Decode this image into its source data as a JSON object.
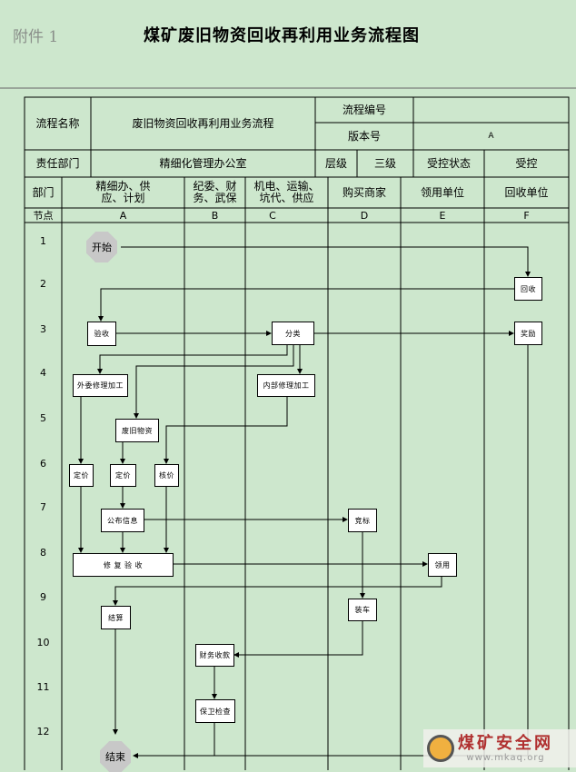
{
  "header": {
    "attachment": "附件 1",
    "title": "煤矿废旧物资回收再利用业务流程图"
  },
  "info": {
    "process_name_label": "流程名称",
    "process_name": "废旧物资回收再利用业务流程",
    "process_no_label": "流程编号",
    "process_no": "",
    "version_label": "版本号",
    "version": "A",
    "dept_label": "责任部门",
    "dept": "精细化管理办公室",
    "level_label": "层级",
    "level": "三级",
    "control_label": "受控状态",
    "control": "受控"
  },
  "lanes": {
    "dept_label": "部门",
    "node_label": "节点",
    "items": [
      {
        "name": "精细办、供\n应、计划",
        "code": "A"
      },
      {
        "name": "纪委、财\n务、武保",
        "code": "B"
      },
      {
        "name": "机电、运输、\n坑代、供应",
        "code": "C"
      },
      {
        "name": "购买商家",
        "code": "D"
      },
      {
        "name": "领用单位",
        "code": "E"
      },
      {
        "name": "回收单位",
        "code": "F"
      }
    ]
  },
  "rows": [
    "1",
    "2",
    "3",
    "4",
    "5",
    "6",
    "7",
    "8",
    "9",
    "10",
    "11",
    "12"
  ],
  "nodes": {
    "start": "开始",
    "end": "结束",
    "recycle": "回收",
    "inspect": "验收",
    "classify": "分类",
    "reward": "奖励",
    "outsource": "外委修理加工",
    "internal": "内部修理加工",
    "waste": "废旧物资",
    "price1": "定价",
    "price2": "定价",
    "verify_price": "核价",
    "publish": "公布信息",
    "bid": "竞标",
    "repair_accept": "修 复 验 收",
    "use": "领用",
    "settle": "结算",
    "load": "装车",
    "finance": "财务收款",
    "security": "保卫检查"
  },
  "logo": {
    "name": "煤矿安全网",
    "url": "www.mkaq.org"
  }
}
